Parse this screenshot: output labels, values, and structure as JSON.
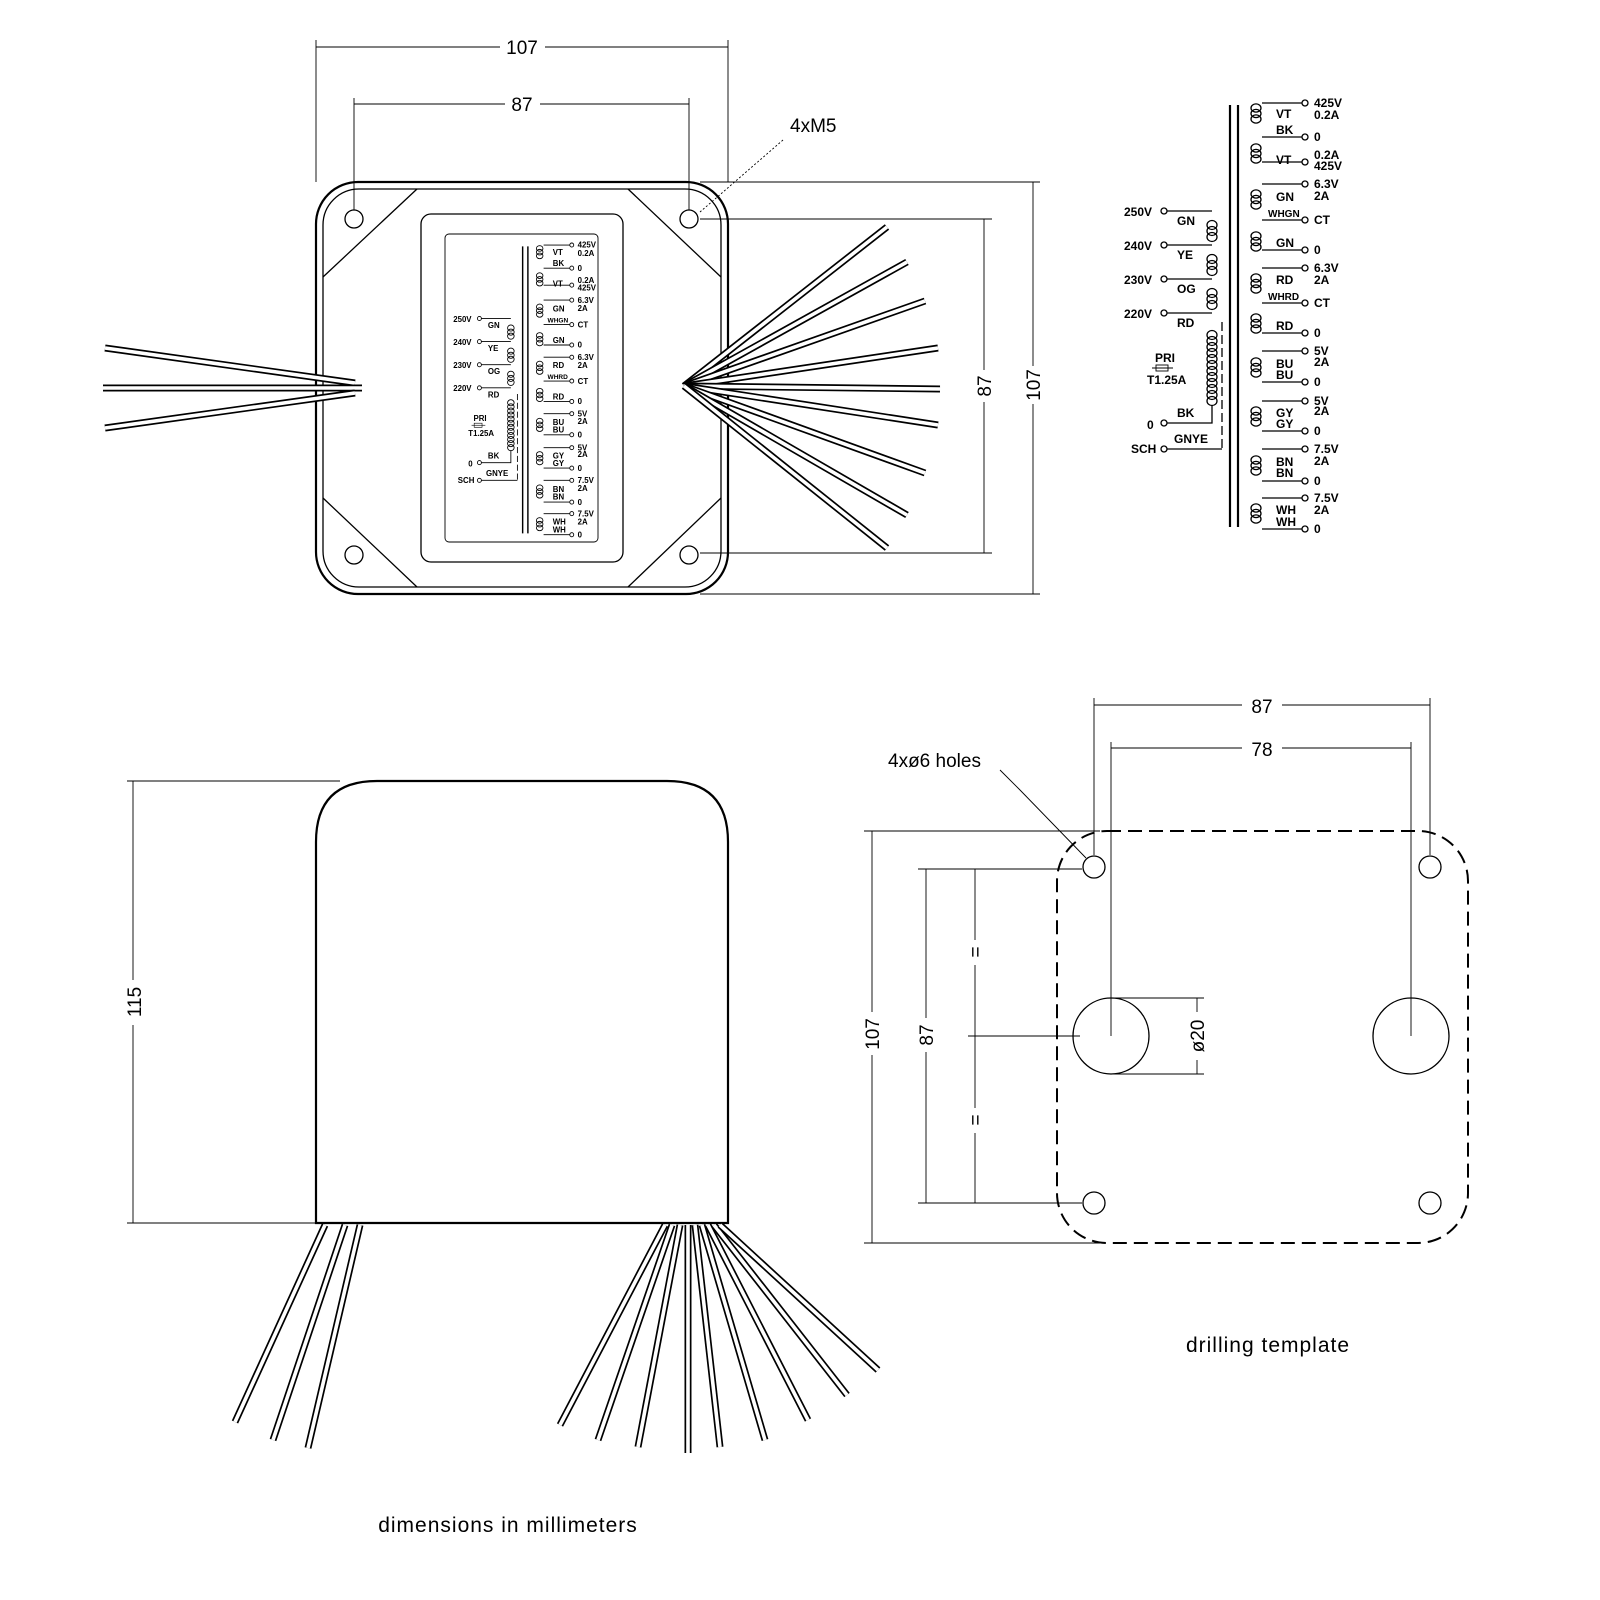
{
  "top_view": {
    "width_outer": "107",
    "hole_spacing_h": "87",
    "hole_spacing_v": "87",
    "height_outer": "107",
    "mount_note": "4xM5"
  },
  "side_view": {
    "height": "115",
    "footnote": "dimensions in millimeters"
  },
  "drilling_template": {
    "width_holes": "87",
    "center_spacing": "78",
    "height_outer": "107",
    "height_holes": "87",
    "equal_top": "=",
    "equal_bottom": "=",
    "big_hole_dia": "ø20",
    "holes_note": "4xø6 holes",
    "title": "drilling template"
  },
  "schematic": {
    "primary": {
      "taps": [
        "250V",
        "240V",
        "230V",
        "220V",
        "0",
        "SCH"
      ],
      "wires": [
        "GN",
        "YE",
        "OG",
        "RD",
        "BK",
        "GNYE"
      ],
      "fuse_label": "PRI",
      "fuse_rating": "T1.25A"
    },
    "secondary": {
      "s1": {
        "v_top": "425V",
        "a_top": "0.2A",
        "w1": "VT",
        "wc": "BK",
        "mid": "0",
        "w2": "VT",
        "a_bot": "0.2A",
        "v_bot": "425V"
      },
      "s2": {
        "v": "6.3V",
        "a": "2A",
        "w1": "GN",
        "wc": "WHGN",
        "ct": "CT",
        "w2": "GN",
        "zero": "0"
      },
      "s3": {
        "v": "6.3V",
        "a": "2A",
        "w1": "RD",
        "wc": "WHRD",
        "ct": "CT",
        "w2": "RD",
        "zero": "0"
      },
      "s4": {
        "v": "5V",
        "a": "2A",
        "w1": "BU",
        "w2": "BU",
        "zero": "0"
      },
      "s5": {
        "v": "5V",
        "a": "2A",
        "w1": "GY",
        "w2": "GY",
        "zero": "0"
      },
      "s6": {
        "v": "7.5V",
        "a": "2A",
        "w1": "BN",
        "w2": "BN",
        "zero": "0"
      },
      "s7": {
        "v": "7.5V",
        "a": "2A",
        "w1": "WH",
        "w2": "WH",
        "zero": "0"
      }
    }
  }
}
